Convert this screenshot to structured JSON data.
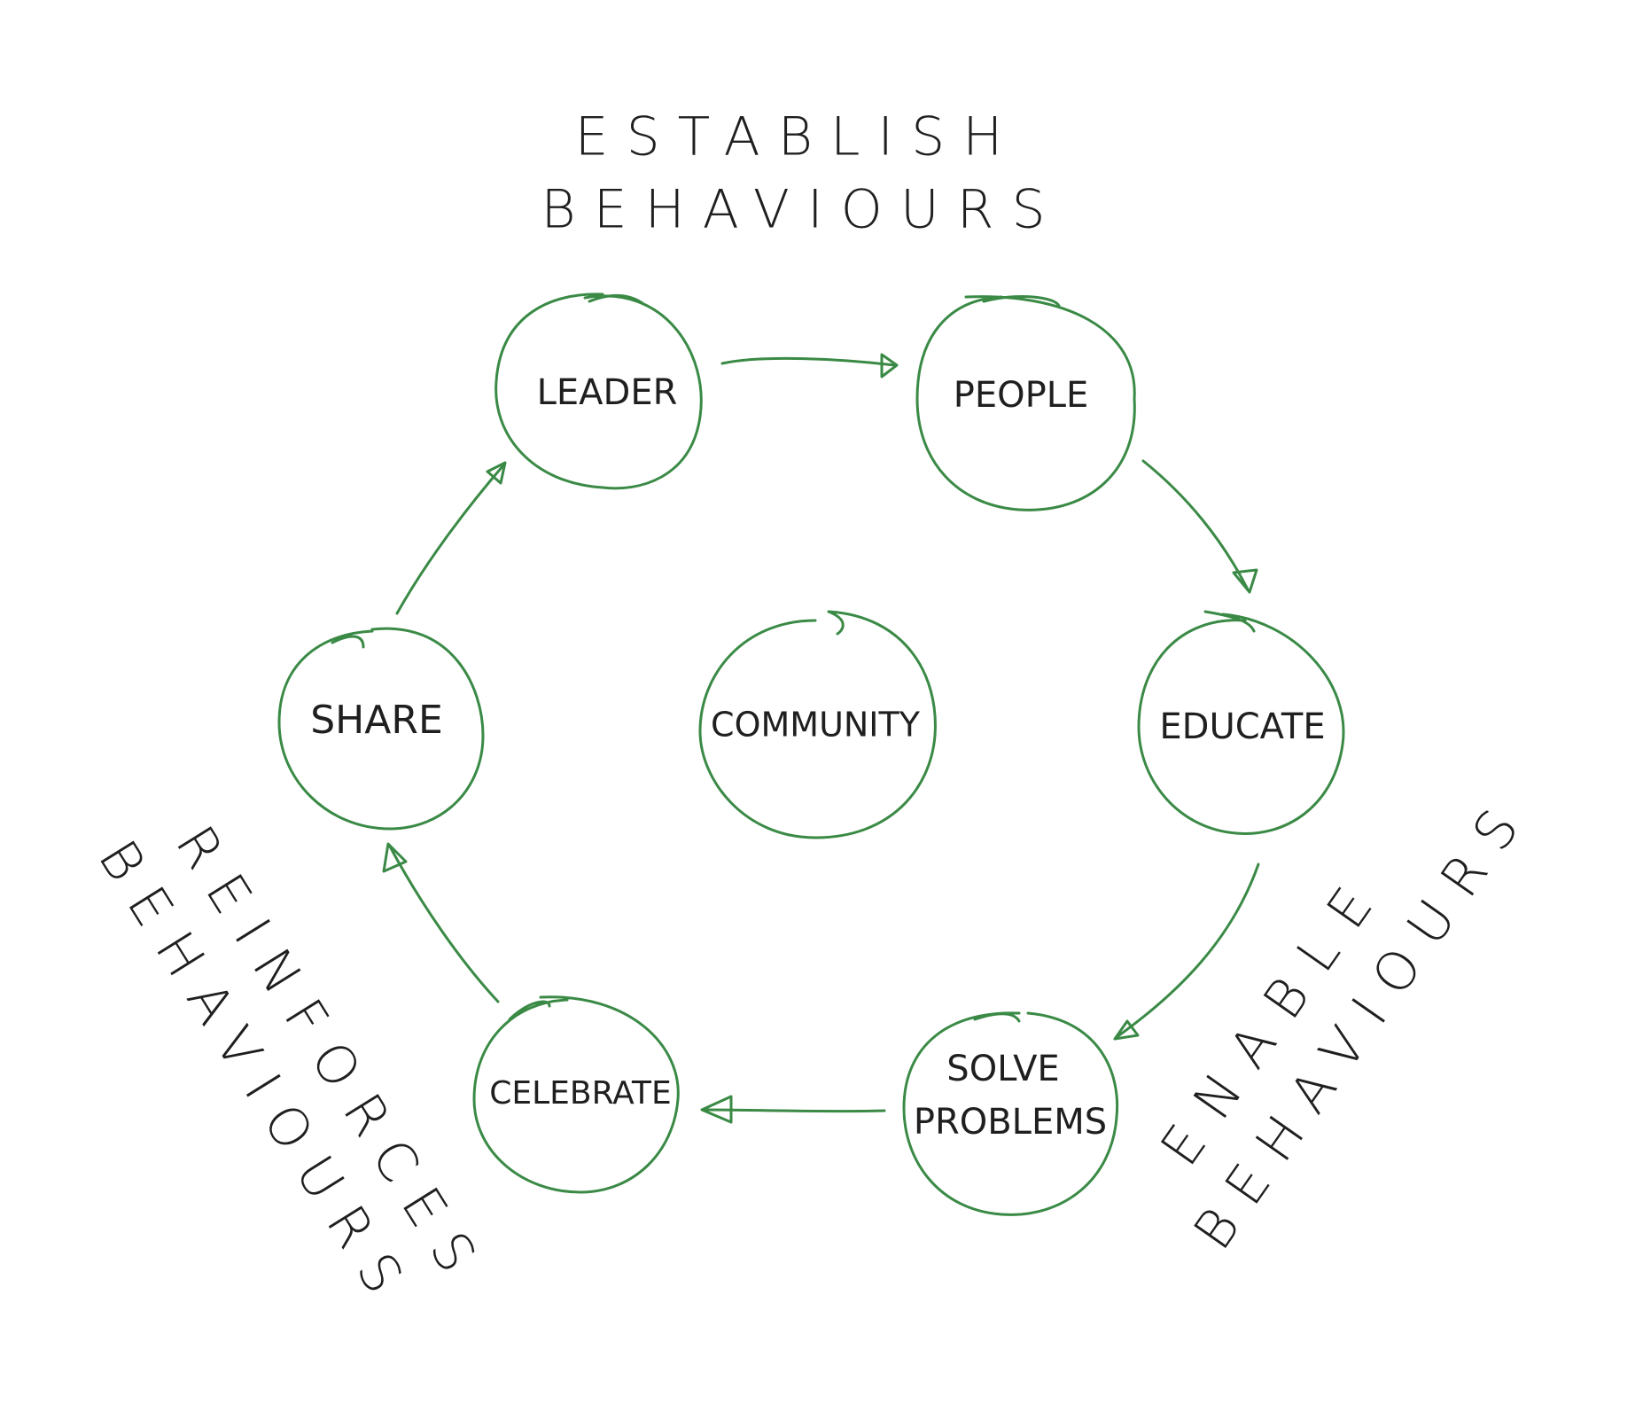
{
  "colors": {
    "stroke": "#3a8a46",
    "ink": "#1f1f1f",
    "background": "#ffffff"
  },
  "group_labels": {
    "top_line1": "ESTABLISH",
    "top_line2": "BEHAVIOURS",
    "left_line1": "REINFORCES",
    "left_line2": "BEHAVIOURS",
    "right_line1": "ENABLE",
    "right_line2": "BEHAVIOURS"
  },
  "nodes": {
    "leader": "LEADER",
    "people": "PEOPLE",
    "educate": "EDUCATE",
    "solve_line1": "SOLVE",
    "solve_line2": "PROBLEMS",
    "celebrate": "CELEBRATE",
    "share": "SHARE",
    "community": "COMMUNITY"
  }
}
